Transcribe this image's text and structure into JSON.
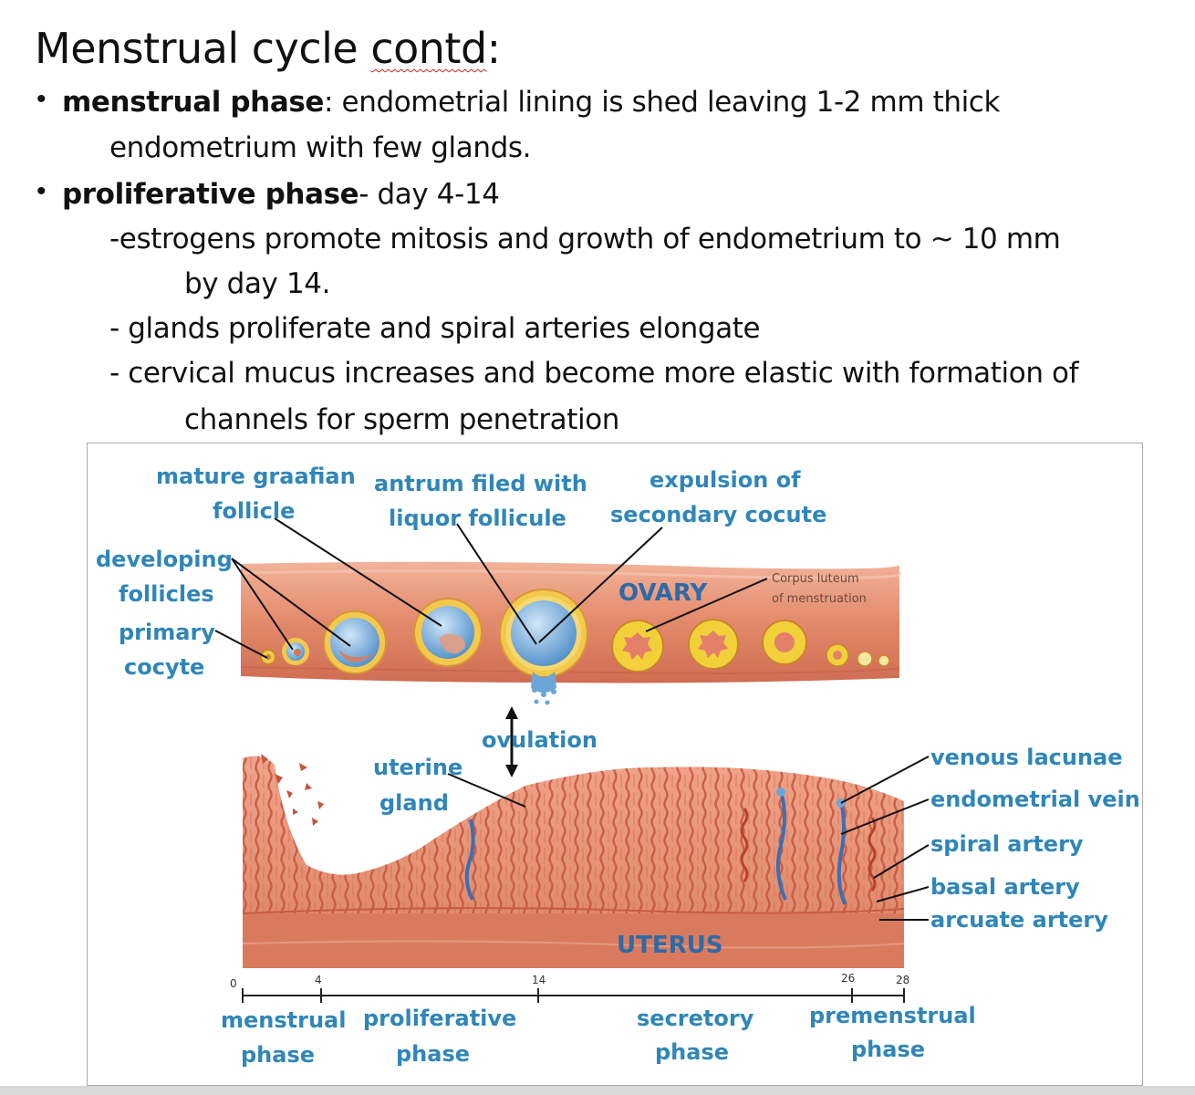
{
  "slide": {
    "title_main": "Menstrual cycle ",
    "title_marked": "contd",
    "title_end": ":",
    "b1_bold": "menstrual phase",
    "b1_rest": ": endometrial lining is shed leaving 1-2 mm thick",
    "b1_line2": "endometrium with few glands.",
    "b2_bold": "proliferative phase",
    "b2_rest": "- day 4-14",
    "sub1_line1": "-estrogens promote mitosis and growth of endometrium to ~ 10 mm",
    "sub1_line2": "by day 14.",
    "sub2": "- glands proliferate and spiral arteries elongate",
    "sub3_line1": "- cervical mucus increases and become more elastic with formation of",
    "sub3_line2": "channels for sperm penetration"
  },
  "diagram": {
    "labels": {
      "mature_graafian_1": "mature graafian",
      "mature_graafian_2": "follicle",
      "antrum_1": "antrum filed with",
      "antrum_2": "liquor follicule",
      "expulsion_1": "expulsion of",
      "expulsion_2": "secondary cocute",
      "developing_1": "developing",
      "developing_2": "follicles",
      "primary_1": "primary",
      "primary_2": "cocyte",
      "ovary": "OVARY",
      "corpus_1": "Corpus luteum",
      "corpus_2": "of menstruation",
      "ovulation": "ovulation",
      "uterine_1": "uterine",
      "uterine_2": "gland",
      "venous": "venous lacunae",
      "endo_vein": "endometrial vein",
      "spiral": "spiral artery",
      "basal": "basal artery",
      "arcuate": "arcuate artery",
      "uterus": "UTERUS",
      "menstrual_1": "menstrual",
      "menstrual_2": "phase",
      "proliferative_1": "proliferative",
      "proliferative_2": "phase",
      "secretory_1": "secretory",
      "secretory_2": "phase",
      "premenstrual_1": "premenstrual",
      "premenstrual_2": "phase"
    },
    "days": [
      "0",
      "4",
      "14",
      "26",
      "28"
    ]
  },
  "colors": {
    "label_blue": "#2f86b8",
    "tissue": "#e08a6c",
    "tissue_dark": "#c0503a",
    "follicle_blue": "#6aa6d8",
    "corpus_yellow": "#f2d03a"
  }
}
